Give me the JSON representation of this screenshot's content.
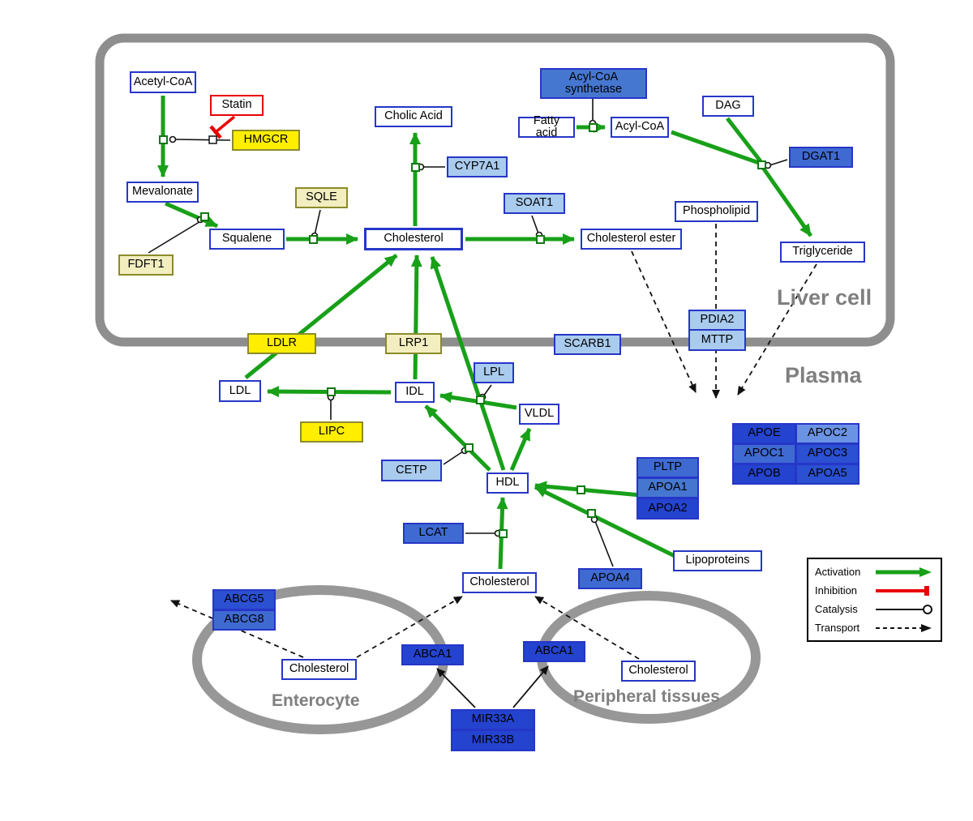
{
  "regions": {
    "liver_cell": "Liver cell",
    "plasma": "Plasma",
    "enterocyte": "Enterocyte",
    "peripheral_tissues": "Peripheral tissues"
  },
  "nodes": {
    "acetyl_coa": "Acetyl-CoA",
    "statin": "Statin",
    "hmgcr": "HMGCR",
    "mevalonate": "Mevalonate",
    "fdft1": "FDFT1",
    "squalene": "Squalene",
    "sqle": "SQLE",
    "cholesterol_liver": "Cholesterol",
    "cholic_acid": "Cholic Acid",
    "cyp7a1": "CYP7A1",
    "soat1": "SOAT1",
    "cholesterol_ester": "Cholesterol ester",
    "acyl_coa_synthetase": "Acyl-CoA synthetase",
    "fatty_acid": "Fatty acid",
    "acyl_coa": "Acyl-CoA",
    "dag": "DAG",
    "dgat1": "DGAT1",
    "phospholipid": "Phospholipid",
    "triglyceride": "Triglyceride",
    "pdia2": "PDIA2",
    "mttp": "MTTP",
    "ldlr": "LDLR",
    "lrp1": "LRP1",
    "scarb1": "SCARB1",
    "ldl": "LDL",
    "idl": "IDL",
    "lpl": "LPL",
    "vldl": "VLDL",
    "lipc": "LIPC",
    "cetp": "CETP",
    "hdl": "HDL",
    "lcat": "LCAT",
    "pltp": "PLTP",
    "apoa1": "APOA1",
    "apoa2": "APOA2",
    "apoa4": "APOA4",
    "lipoproteins": "Lipoproteins",
    "apoe": "APOE",
    "apoc2": "APOC2",
    "apoc1": "APOC1",
    "apoc3": "APOC3",
    "apob": "APOB",
    "apoa5": "APOA5",
    "cholesterol_plasma": "Cholesterol",
    "abcg5": "ABCG5",
    "abcg8": "ABCG8",
    "cholesterol_enterocyte": "Cholesterol",
    "abca1_enterocyte": "ABCA1",
    "abca1_peripheral": "ABCA1",
    "cholesterol_peripheral": "Cholesterol",
    "mir33a": "MIR33A",
    "mir33b": "MIR33B"
  },
  "legend": {
    "activation": "Activation",
    "inhibition": "Inhibition",
    "catalysis": "Catalysis",
    "transport": "Transport"
  },
  "colors": {
    "activation_green": "#18a018",
    "inhibition_red": "#e90000",
    "node_border_blue": "#2636c8",
    "membrane_gray": "#8e8e8e",
    "gene_yellow": "#ffee00",
    "gene_pale_yellow": "#f2eec0",
    "enzyme_light_blue": "#a9cbee",
    "enzyme_blue": "#3f6ad2",
    "enzyme_dark_blue": "#2443cf"
  }
}
